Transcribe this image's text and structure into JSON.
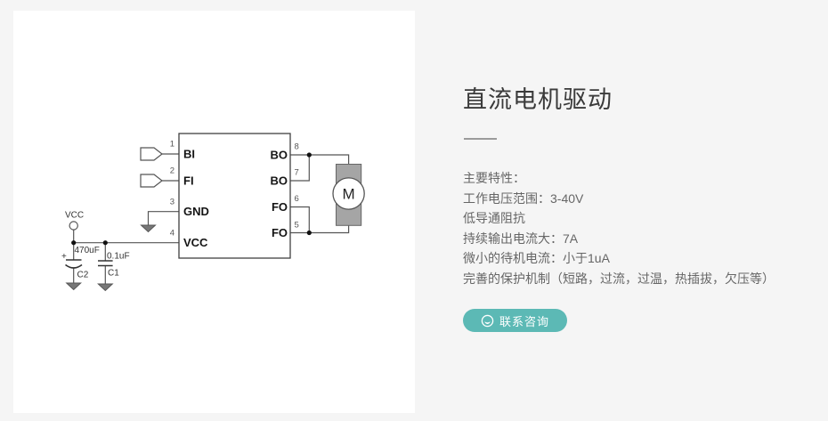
{
  "schematic": {
    "vcc_label": "VCC",
    "ic": {
      "left_pins": [
        {
          "number": "1",
          "name": "BI"
        },
        {
          "number": "2",
          "name": "FI"
        },
        {
          "number": "3",
          "name": "GND"
        },
        {
          "number": "4",
          "name": "VCC"
        }
      ],
      "right_pins": [
        {
          "number": "8",
          "name": "BO"
        },
        {
          "number": "7",
          "name": "BO"
        },
        {
          "number": "6",
          "name": "FO"
        },
        {
          "number": "5",
          "name": "FO"
        }
      ]
    },
    "capacitors": [
      {
        "name": "C2",
        "value": "470uF",
        "polarity": "+"
      },
      {
        "name": "C1",
        "value": "0.1uF"
      }
    ],
    "motor_label": "M"
  },
  "content": {
    "title": "直流电机驱动",
    "features": [
      "主要特性：",
      "工作电压范围：3-40V",
      "低导通阻抗",
      "持续输出电流大：7A",
      "微小的待机电流：小于1uA",
      "完善的保护机制（短路，过流，过温，热插拔，欠压等）"
    ],
    "cta_label": "联系咨询"
  },
  "colors": {
    "accent": "#5cb9b5",
    "page_background": "#f5f5f5",
    "panel_background": "#ffffff",
    "title_text": "#3b3b3b",
    "body_text": "#666666",
    "motor_fill": "#a5a5a5"
  }
}
